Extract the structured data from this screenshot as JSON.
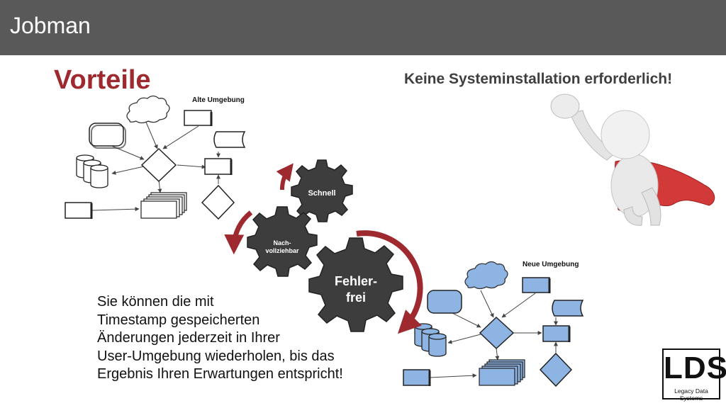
{
  "header": {
    "title": "Jobman"
  },
  "slide": {
    "title": "Vorteile",
    "subtitle": "Keine Systeminstallation erforderlich!",
    "body_lines": [
      "Sie können die mit",
      "Timestamp gespeicherten",
      "Änderungen jederzeit in Ihrer",
      "User-Umgebung wiederholen, bis das",
      "Ergebnis Ihren Erwartungen entspricht!"
    ]
  },
  "diagrams": {
    "old_label": "Alte Umgebung",
    "new_label": "Neue Umgebung"
  },
  "gears": {
    "schnell": "Schnell",
    "nachvollziehbar_line1": "Nach-",
    "nachvollziehbar_line2": "vollziehbar",
    "fehlerfrei_line1": "Fehler-",
    "fehlerfrei_line2": "frei"
  },
  "logo": {
    "text": "LDS",
    "subtitle": "Legacy Data Systems"
  },
  "colors": {
    "header_bg": "#595959",
    "title_red": "#9e2a2f",
    "gear_gray": "#3d3d3d",
    "arrow_red": "#9e2a2f",
    "new_shape_fill": "#8eb4e3"
  }
}
